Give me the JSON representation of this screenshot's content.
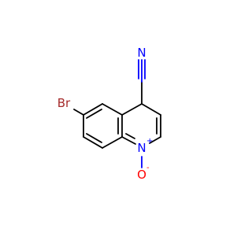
{
  "molecule": {
    "atoms": {
      "nitrile_n": {
        "symbol": "N",
        "color": "#0000ff"
      },
      "bromine": {
        "symbol": "Br",
        "color": "#a52a2a"
      },
      "ring_n": {
        "symbol": "N",
        "charge": "+",
        "color": "#0000ff"
      },
      "oxide_o": {
        "symbol": "O",
        "charge": "-",
        "color": "#ff0000"
      }
    },
    "bond_color": "#000000"
  }
}
